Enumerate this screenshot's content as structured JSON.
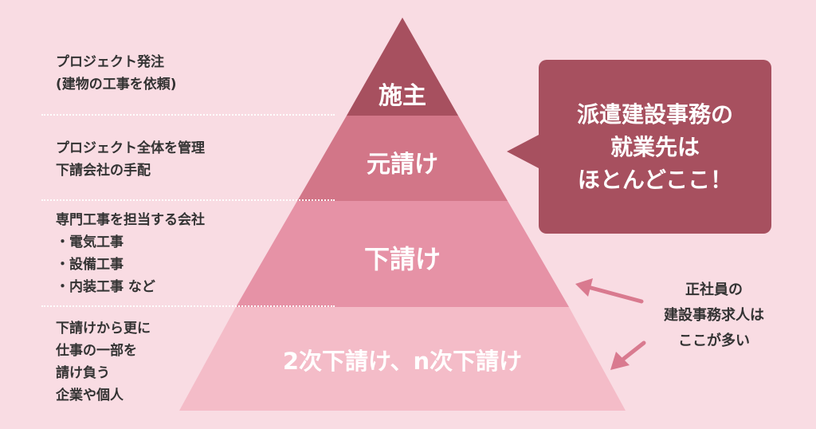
{
  "colors": {
    "background": "#f9dce3",
    "tier_top": "#a7505f",
    "tier_2": "#d27688",
    "tier_3": "#e692a6",
    "tier_4": "#f4bcc8",
    "bubble": "#a7505f",
    "arrow": "#d97a8f",
    "divider": "#ffffff"
  },
  "pyramid": {
    "tiers": [
      {
        "label": "施主"
      },
      {
        "label": "元請け"
      },
      {
        "label": "下請け"
      },
      {
        "label": "2次下請け、n次下請け"
      }
    ]
  },
  "left_descriptions": [
    {
      "lines": [
        "プロジェクト発注",
        "(建物の工事を依頼)"
      ]
    },
    {
      "lines": [
        "プロジェクト全体を管理",
        "下請会社の手配"
      ]
    },
    {
      "lines": [
        "専門工事を担当する会社",
        "・電気工事",
        "・設備工事",
        "・内装工事 など"
      ]
    },
    {
      "lines": [
        "下請けから更に",
        "仕事の一部を",
        "請け負う",
        "企業や個人"
      ]
    }
  ],
  "callout": {
    "lines": [
      "派遣建設事務の",
      "就業先は",
      "ほとんどここ！"
    ]
  },
  "note": {
    "lines": [
      "正社員の",
      "建設事務求人は",
      "ここが多い"
    ]
  },
  "icons": {
    "arrows": [
      "arrow-left-icon",
      "arrow-left-icon"
    ]
  }
}
